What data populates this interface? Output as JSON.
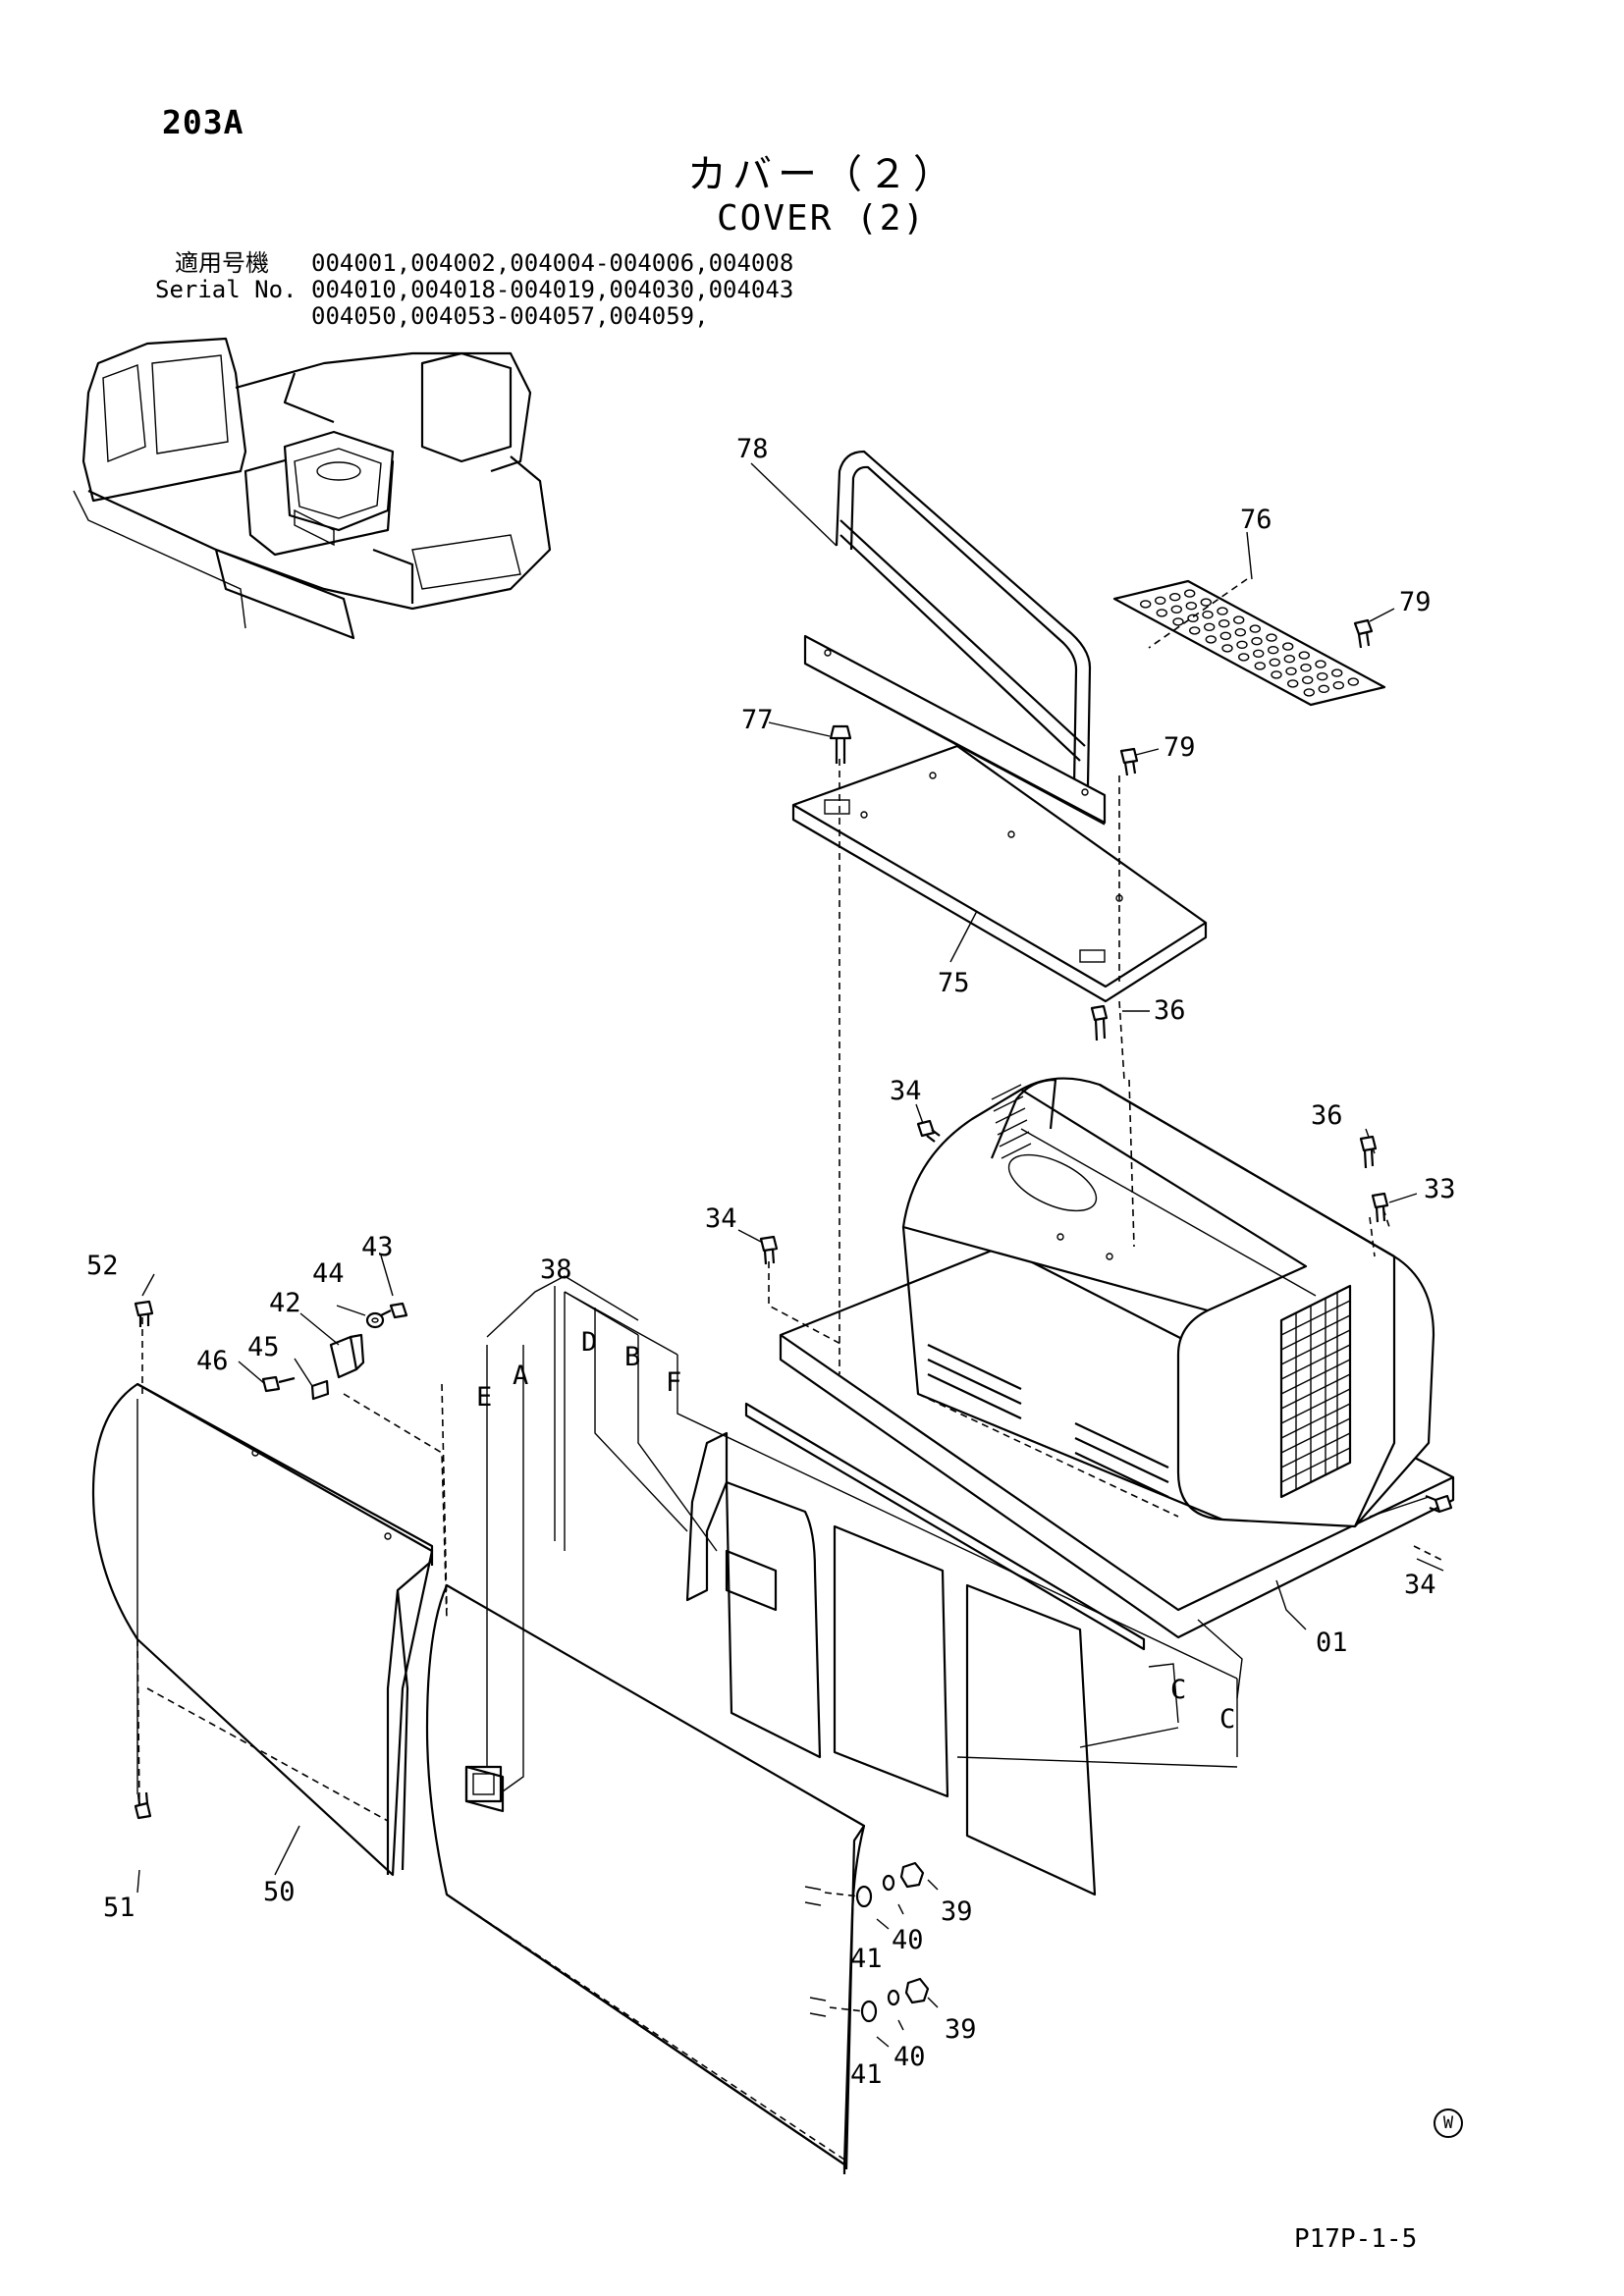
{
  "page_code": "203A",
  "title_jp": "カバー（２）",
  "title_en": "COVER (2)",
  "serial": {
    "label_jp": "適用号機",
    "label_en": "Serial No.",
    "lines": [
      "004001,004002,004004-004006,004008",
      "004010,004018-004019,004030,004043",
      "004050,004053-004057,004059,"
    ]
  },
  "callouts": [
    {
      "id": "78",
      "text": "78"
    },
    {
      "id": "76",
      "text": "76"
    },
    {
      "id": "79a",
      "text": "79"
    },
    {
      "id": "77",
      "text": "77"
    },
    {
      "id": "79b",
      "text": "79"
    },
    {
      "id": "75",
      "text": "75"
    },
    {
      "id": "36a",
      "text": "36"
    },
    {
      "id": "34a",
      "text": "34"
    },
    {
      "id": "36b",
      "text": "36"
    },
    {
      "id": "33",
      "text": "33"
    },
    {
      "id": "34b",
      "text": "34"
    },
    {
      "id": "34c",
      "text": "34"
    },
    {
      "id": "01",
      "text": "01"
    },
    {
      "id": "38",
      "text": "38"
    },
    {
      "id": "E",
      "text": "E"
    },
    {
      "id": "A",
      "text": "A"
    },
    {
      "id": "D",
      "text": "D"
    },
    {
      "id": "B",
      "text": "B"
    },
    {
      "id": "F",
      "text": "F"
    },
    {
      "id": "Ca",
      "text": "C"
    },
    {
      "id": "Cb",
      "text": "C"
    },
    {
      "id": "52",
      "text": "52"
    },
    {
      "id": "44",
      "text": "44"
    },
    {
      "id": "43",
      "text": "43"
    },
    {
      "id": "42",
      "text": "42"
    },
    {
      "id": "46",
      "text": "46"
    },
    {
      "id": "45",
      "text": "45"
    },
    {
      "id": "51",
      "text": "51"
    },
    {
      "id": "50",
      "text": "50"
    },
    {
      "id": "39a",
      "text": "39"
    },
    {
      "id": "40a",
      "text": "40"
    },
    {
      "id": "41a",
      "text": "41"
    },
    {
      "id": "39b",
      "text": "39"
    },
    {
      "id": "40b",
      "text": "40"
    },
    {
      "id": "41b",
      "text": "41"
    }
  ],
  "footer": {
    "mark": "W",
    "code": "P17P-1-5"
  }
}
